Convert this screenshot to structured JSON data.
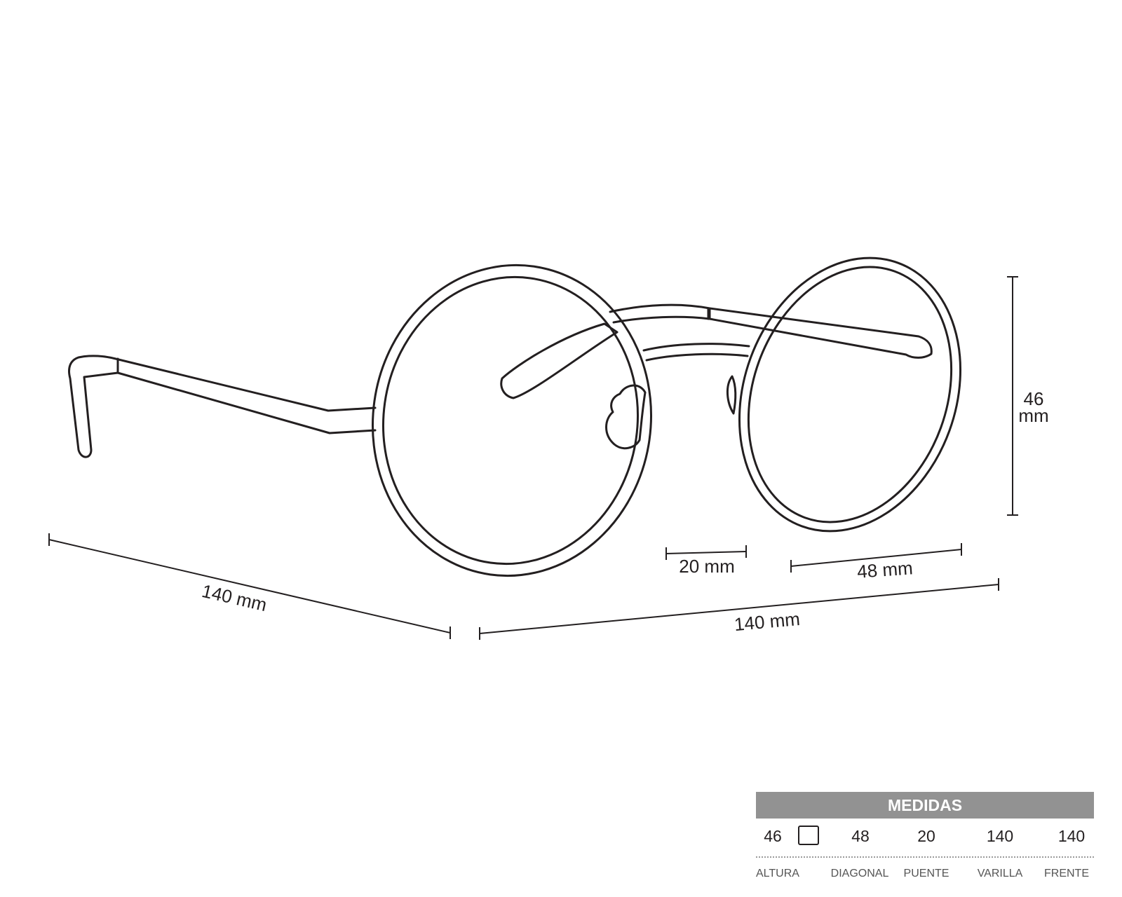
{
  "dimensions": {
    "temple_length": "140 mm",
    "frame_front": "140 mm",
    "bridge": "20 mm",
    "lens_width": "48 mm",
    "lens_height_value": "46",
    "lens_height_unit": "mm"
  },
  "medidas": {
    "title": "MEDIDAS",
    "values": {
      "altura": "46",
      "diagonal": "48",
      "puente": "20",
      "varilla": "140",
      "frente": "140"
    },
    "labels": {
      "altura": "ALTURA",
      "diagonal": "DIAGONAL",
      "puente": "PUENTE",
      "varilla": "VARILLA",
      "frente": "FRENTE"
    }
  }
}
